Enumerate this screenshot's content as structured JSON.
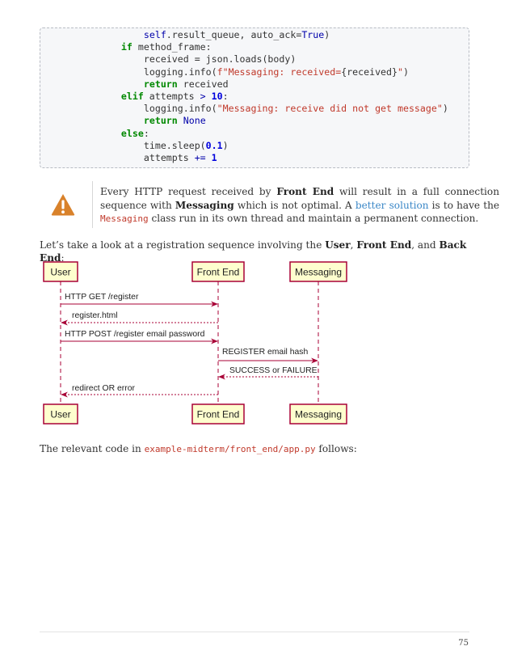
{
  "code": {
    "lines": [
      {
        "indent": 12,
        "tokens": [
          {
            "t": "self",
            "c": "slf"
          },
          {
            "t": ".result_queue, auto_ack=",
            "c": ""
          },
          {
            "t": "True",
            "c": "cst"
          },
          {
            "t": ")",
            "c": ""
          }
        ]
      },
      {
        "indent": 8,
        "tokens": [
          {
            "t": "if",
            "c": "kw"
          },
          {
            "t": " method_frame:",
            "c": ""
          }
        ]
      },
      {
        "indent": 12,
        "tokens": [
          {
            "t": "received = json.loads(body)",
            "c": ""
          }
        ]
      },
      {
        "indent": 12,
        "tokens": [
          {
            "t": "logging.info(",
            "c": ""
          },
          {
            "t": "f\"Messaging: received=",
            "c": "str"
          },
          {
            "t": "{received}",
            "c": ""
          },
          {
            "t": "\"",
            "c": "str"
          },
          {
            "t": ")",
            "c": ""
          }
        ]
      },
      {
        "indent": 12,
        "tokens": [
          {
            "t": "return",
            "c": "kw"
          },
          {
            "t": " received",
            "c": ""
          }
        ]
      },
      {
        "indent": 8,
        "tokens": [
          {
            "t": "elif",
            "c": "kw"
          },
          {
            "t": " attempts ",
            "c": ""
          },
          {
            "t": ">",
            "c": "kw2"
          },
          {
            "t": " ",
            "c": ""
          },
          {
            "t": "10",
            "c": "num"
          },
          {
            "t": ":",
            "c": ""
          }
        ]
      },
      {
        "indent": 12,
        "tokens": [
          {
            "t": "logging.info(",
            "c": ""
          },
          {
            "t": "\"Messaging: receive did not get message\"",
            "c": "str"
          },
          {
            "t": ")",
            "c": ""
          }
        ]
      },
      {
        "indent": 12,
        "tokens": [
          {
            "t": "return",
            "c": "kw"
          },
          {
            "t": " ",
            "c": ""
          },
          {
            "t": "None",
            "c": "cst"
          }
        ]
      },
      {
        "indent": 8,
        "tokens": [
          {
            "t": "else",
            "c": "kw"
          },
          {
            "t": ":",
            "c": ""
          }
        ]
      },
      {
        "indent": 12,
        "tokens": [
          {
            "t": "time.sleep(",
            "c": ""
          },
          {
            "t": "0.1",
            "c": "num"
          },
          {
            "t": ")",
            "c": ""
          }
        ]
      },
      {
        "indent": 12,
        "tokens": [
          {
            "t": "attempts ",
            "c": ""
          },
          {
            "t": "+=",
            "c": "kw2"
          },
          {
            "t": " ",
            "c": ""
          },
          {
            "t": "1",
            "c": "num"
          }
        ]
      }
    ]
  },
  "warning": {
    "icon": "warning-triangle-icon",
    "icon_color": "#d9822b",
    "t1": "Every HTTP request received by ",
    "b1": "Front End",
    "t2": " will result in a full connection sequence with ",
    "b2": "Messaging",
    "t3": " which is not optimal. A ",
    "link": "better solution",
    "t4": " is to have the ",
    "code": "Messaging",
    "t5": " class run in its own thread and maintain a permanent connection."
  },
  "intro": {
    "t1": "Let’s take a look at a registration sequence involving the ",
    "b1": "User",
    "t2": ", ",
    "b2": "Front End",
    "t3": ", and ",
    "b3": "Back End",
    "t4": ":"
  },
  "diagram": {
    "actors": [
      "User",
      "Front End",
      "Messaging"
    ],
    "messages": [
      {
        "label": "HTTP GET /register",
        "from": 0,
        "to": 1,
        "style": "solid"
      },
      {
        "label": "register.html",
        "from": 1,
        "to": 0,
        "style": "dashed"
      },
      {
        "label": "HTTP POST /register email password",
        "from": 0,
        "to": 1,
        "style": "solid"
      },
      {
        "label": "REGISTER email hash",
        "from": 1,
        "to": 2,
        "style": "solid"
      },
      {
        "label": "SUCCESS or FAILURE",
        "from": 2,
        "to": 1,
        "style": "dashed"
      },
      {
        "label": "redirect OR error",
        "from": 1,
        "to": 0,
        "style": "dashed"
      }
    ],
    "actor_fill": "#fefece",
    "actor_border": "#a80036",
    "line_color": "#a80036"
  },
  "closing": {
    "t1": "The relevant code in ",
    "path": "example-midterm/front_end/app.py",
    "t2": " follows:"
  },
  "footer": {
    "page_number": "75"
  }
}
